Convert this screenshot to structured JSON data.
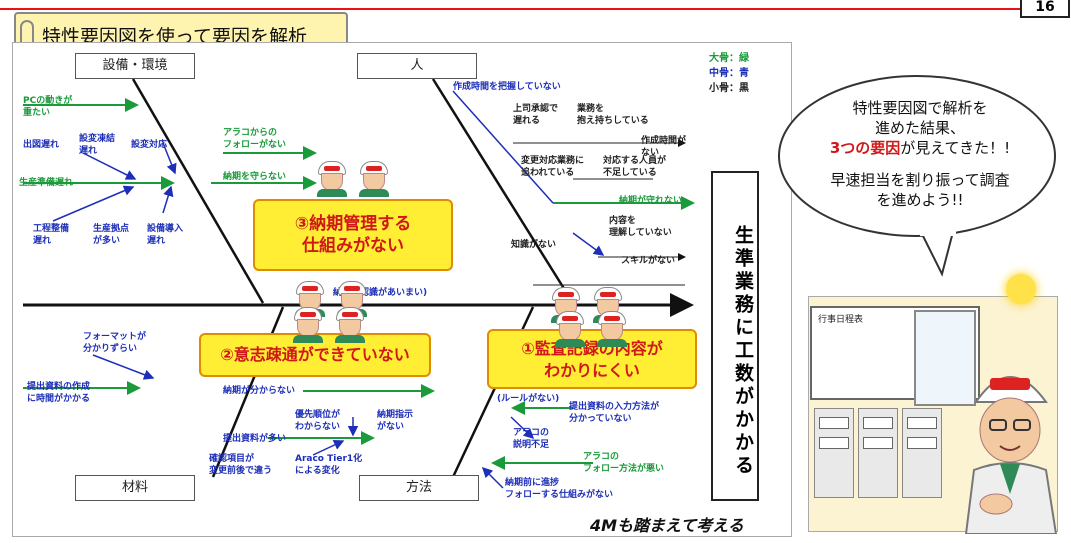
{
  "page_number": "16",
  "title": "特性要因図を使って要因を解析",
  "categories": {
    "equipment": "設備・環境",
    "people": "人",
    "material": "材料",
    "method": "方法"
  },
  "effect": "生準業務に工数がかかる",
  "legend": [
    "大骨：緑",
    "中骨：青",
    "小骨：黒"
  ],
  "labels": {
    "pc": "PCの動きが\n重たい",
    "drawing_delay": "出図遅れ",
    "design_freeze": "設変凍結\n遅れ",
    "design_change": "設変対応",
    "prep_delay": "生産準備遅れ",
    "process_delay": "工程整備\n遅れ",
    "sites": "生産拠点\nが多い",
    "equip_delay": "設備導入\n遅れ",
    "araco_follow": "アラコからの\nフォローがない",
    "deadline_keep": "納期を守らない",
    "grasp_time": "作成時間を把握していない",
    "approval": "上司承認で\n遅れる",
    "holding": "業務を\n抱え持ちしている",
    "creation_time": "作成時間が\nない",
    "change_work": "変更対応業務に\n追われている",
    "staff": "対応する人員が\n不足している",
    "deadline_miss": "納期が守れない",
    "content": "内容を\n理解していない",
    "knowledge": "知識がない",
    "skill": "スキルがない",
    "deadline_vague": "納期の認識があいまい)",
    "format": "フォーマットが\n分かりずらい",
    "doc_time": "提出資料の作成\nに時間がかかる",
    "deadline_unknown": "納期が分からない",
    "priority": "優先順位が\nわからない",
    "deadline_instr": "納期指示\nがない",
    "doc_many": "提出資料が多い",
    "check_items": "確認項目が\n変更前後で違う",
    "tier1": "Araco Tier1化\nによる変化",
    "rules": "(ルールがない)",
    "input_method": "提出資料の入力方法が\n分かっていない",
    "araco_explain": "アラコの\n説明不足",
    "araco_method": "アラコの\nフォロー方法が悪い",
    "progress": "納期前に進捗\nフォローする仕組みがない"
  },
  "callouts": {
    "c3": "③納期管理する\n仕組みがない",
    "c2": "②意志疎通ができていない",
    "c1": "①監査記録の内容が\nわかりにくい"
  },
  "footer": "4Mも踏まえて考える",
  "bubble": {
    "line1": "特性要因図で解析を",
    "line2": "進めた結果、",
    "line3_red": "3つの要因",
    "line3_rest": "が見えてきた！!",
    "line4": "早速担当を割り振って調査",
    "line5": "を進めよう!!"
  },
  "board_title": "行事日程表",
  "colors": {
    "major": "#1a9a3a",
    "middle": "#1d2fb8",
    "minor": "#222222",
    "callout_fill": "#ffee33",
    "accent_red": "#d01818"
  }
}
